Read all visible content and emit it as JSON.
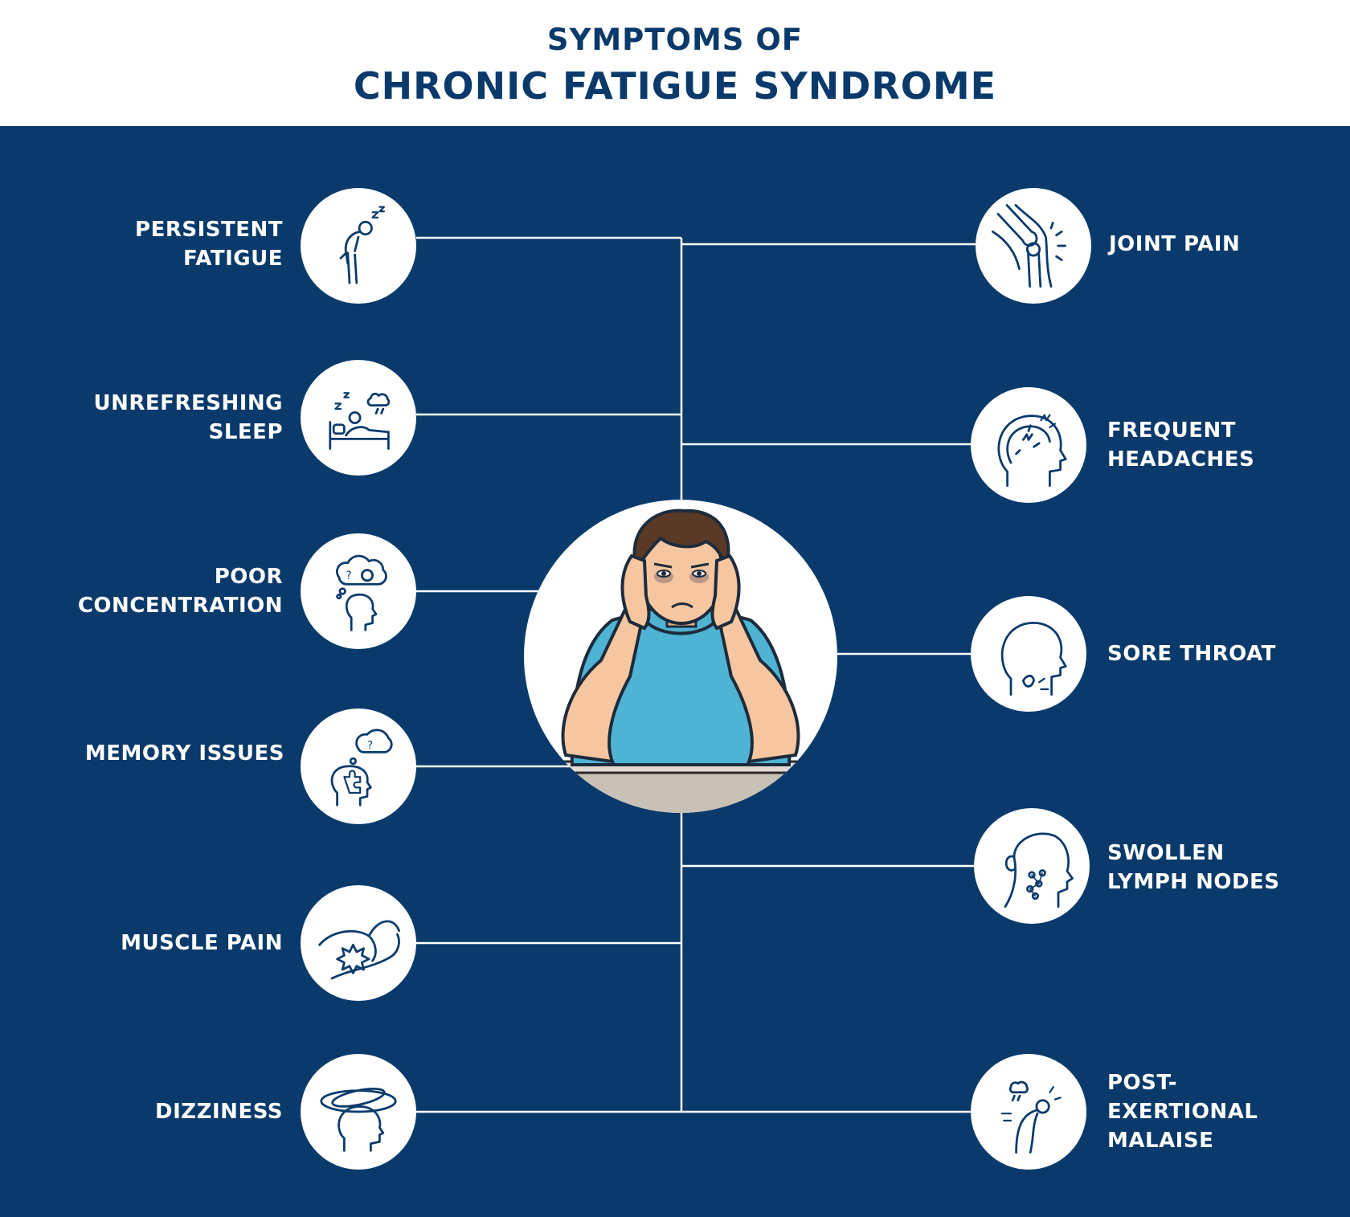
{
  "title": {
    "line1": "SYMPTOMS OF",
    "line2": "CHRONIC FATIGUE SYNDROME"
  },
  "colors": {
    "navy": "#0a3a6b",
    "white": "#ffffff",
    "shirt": "#4fb3d4",
    "skin": "#f5c6a0",
    "hair": "#5a3a26",
    "table": "#c9c0b6"
  },
  "symptoms_left": [
    {
      "id": "persistent-fatigue",
      "line1": "PERSISTENT",
      "line2": "FATIGUE",
      "icon": "slumped-person-icon"
    },
    {
      "id": "unrefreshing-sleep",
      "line1": "UNREFRESHING",
      "line2": "SLEEP",
      "icon": "bed-sleep-icon"
    },
    {
      "id": "poor-concentration",
      "line1": "POOR",
      "line2": "CONCENTRATION",
      "icon": "confused-head-icon"
    },
    {
      "id": "memory-issues",
      "line1": "MEMORY ISSUES",
      "line2": "",
      "icon": "puzzle-head-icon"
    },
    {
      "id": "muscle-pain",
      "line1": "MUSCLE PAIN",
      "line2": "",
      "icon": "muscle-pain-icon"
    },
    {
      "id": "dizziness",
      "line1": "DIZZINESS",
      "line2": "",
      "icon": "dizzy-head-icon"
    }
  ],
  "symptoms_right": [
    {
      "id": "joint-pain",
      "line1": "JOINT PAIN",
      "line2": "",
      "line3": "",
      "icon": "knee-joint-icon"
    },
    {
      "id": "frequent-headaches",
      "line1": "FREQUENT",
      "line2": "HEADACHES",
      "line3": "",
      "icon": "headache-icon"
    },
    {
      "id": "sore-throat",
      "line1": "SORE THROAT",
      "line2": "",
      "line3": "",
      "icon": "throat-icon"
    },
    {
      "id": "swollen-lymph-nodes",
      "line1": "SWOLLEN",
      "line2": "LYMPH NODES",
      "line3": "",
      "icon": "lymph-nodes-icon"
    },
    {
      "id": "post-exertional-malaise",
      "line1": "POST-",
      "line2": "EXERTIONAL",
      "line3": "MALAISE",
      "icon": "exhausted-person-icon"
    }
  ],
  "center": {
    "icon": "tired-man-icon"
  }
}
